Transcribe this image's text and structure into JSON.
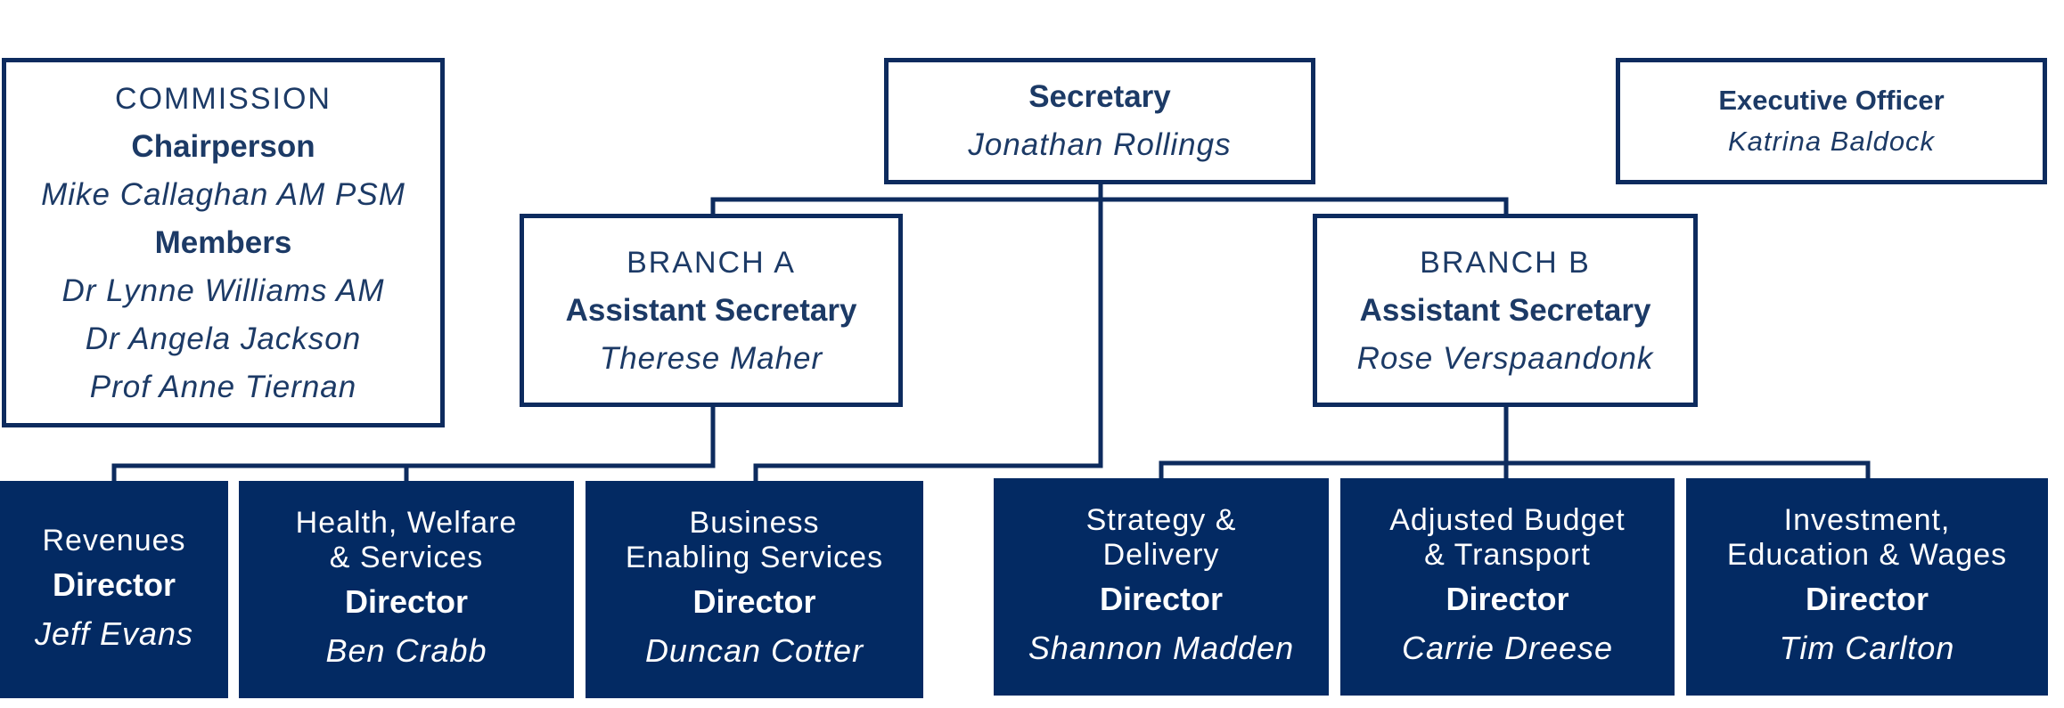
{
  "commission": {
    "label": "COMMISSION",
    "chair_title": "Chairperson",
    "chair_name": "Mike Callaghan AM PSM",
    "members_title": "Members",
    "members": [
      "Dr Lynne Williams AM",
      "Dr Angela Jackson",
      "Prof Anne Tiernan"
    ]
  },
  "secretary": {
    "title": "Secretary",
    "name": "Jonathan Rollings"
  },
  "executive": {
    "title": "Executive Officer",
    "name": "Katrina Baldock"
  },
  "branch_a": {
    "label": "BRANCH A",
    "title": "Assistant Secretary",
    "name": "Therese Maher"
  },
  "branch_b": {
    "label": "BRANCH B",
    "title": "Assistant Secretary",
    "name": "Rose Verspaandonk"
  },
  "directorates": [
    {
      "unit": "Revenues",
      "title": "Director",
      "name": "Jeff Evans"
    },
    {
      "unit_line1": "Health, Welfare",
      "unit_line2": "& Services",
      "title": "Director",
      "name": "Ben Crabb"
    },
    {
      "unit_line1": "Business",
      "unit_line2": "Enabling Services",
      "title": "Director",
      "name": "Duncan Cotter"
    },
    {
      "unit_line1": "Strategy &",
      "unit_line2": "Delivery",
      "title": "Director",
      "name": "Shannon Madden"
    },
    {
      "unit_line1": "Adjusted Budget",
      "unit_line2": "& Transport",
      "title": "Director",
      "name": "Carrie Dreese"
    },
    {
      "unit_line1": "Investment,",
      "unit_line2": "Education & Wages",
      "title": "Director",
      "name": "Tim Carlton"
    }
  ],
  "colors": {
    "navy": "#032a63",
    "line": "#0d2b5e",
    "text": "#1c3a66",
    "background": "#ffffff"
  }
}
